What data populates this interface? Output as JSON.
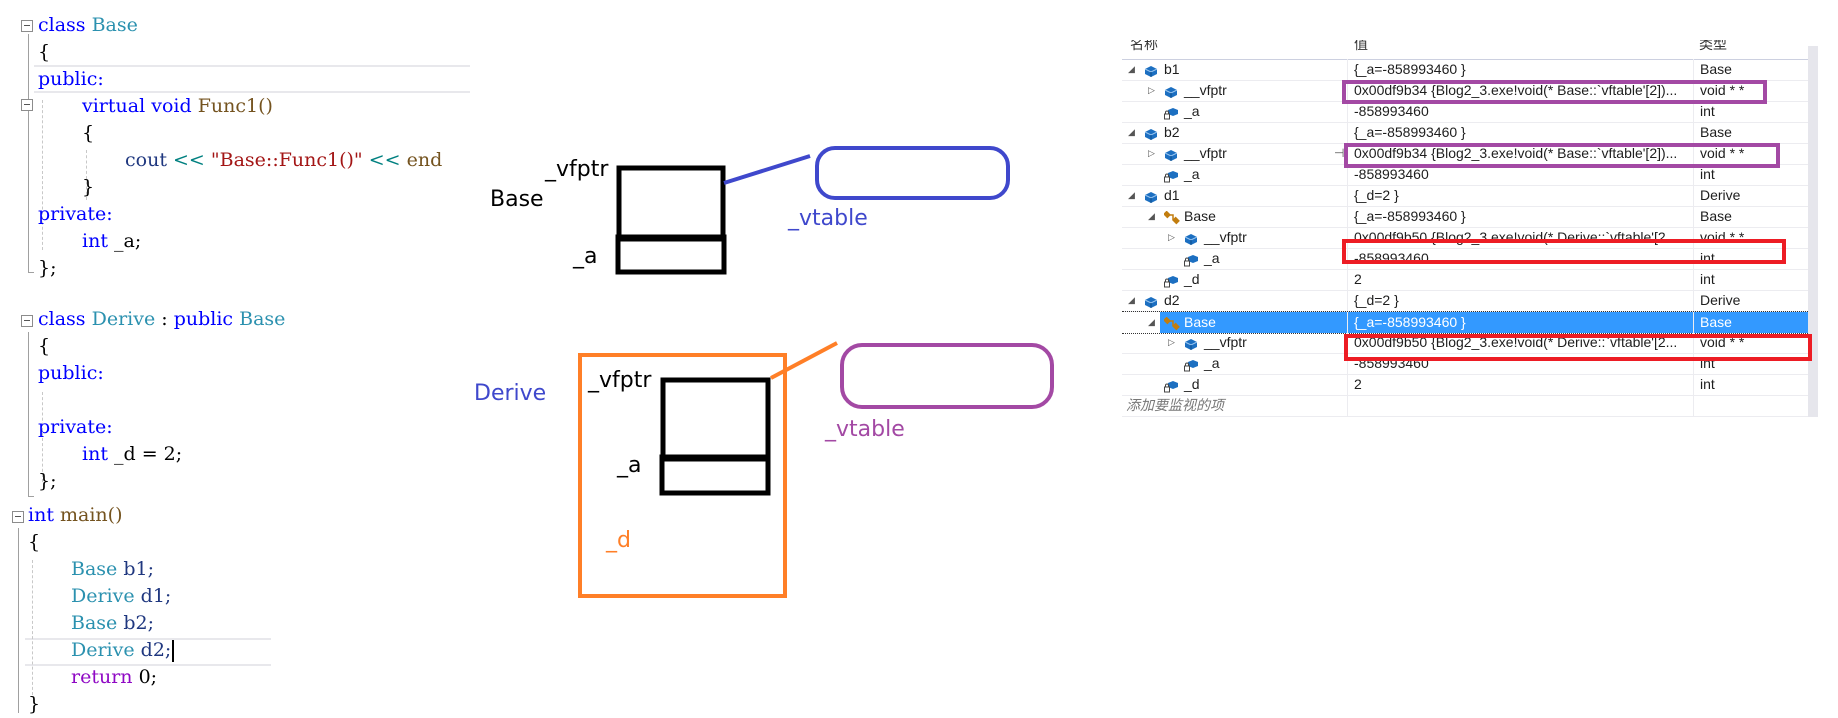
{
  "code_editor": {
    "lines": {
      "l1": {
        "kw": "class",
        "name": "Base"
      },
      "l2": "{",
      "l3": "public:",
      "l4": {
        "kw1": "virtual",
        "kw2": "void",
        "fn": "Func1()"
      },
      "l5": "{",
      "l6": {
        "ident": "cout",
        "op1": "<<",
        "str": "\"Base::Func1()\"",
        "op2": "<<",
        "tail": "end"
      },
      "l7": "}",
      "l8": "private:",
      "l9": {
        "kw": "int",
        "rest": "_a;"
      },
      "l10": "};",
      "l11": {
        "kw": "class",
        "name": "Derive",
        "colon": ":",
        "kw2": "public",
        "base": "Base"
      },
      "l12": "{",
      "l13": "public:",
      "l14": "private:",
      "l15": {
        "kw": "int",
        "rest": "_d = 2;"
      },
      "l16": "};",
      "l17": {
        "kw": "int",
        "fn": "main()"
      },
      "l18": "{",
      "l19": {
        "type": "Base",
        "var": "b1;"
      },
      "l20": {
        "type": "Derive",
        "var": "d1;"
      },
      "l21": {
        "type": "Base",
        "var": "b2;"
      },
      "l22": {
        "type": "Derive",
        "var": "d2;"
      },
      "l23": {
        "kw": "return",
        "rest": "0;"
      },
      "l24": "}"
    }
  },
  "diagram": {
    "base": {
      "class_label": "Base",
      "vfptr_label": "_vfptr",
      "member_label": "_a",
      "vtable_label": "_vtable",
      "color": "#3f48cc"
    },
    "derive": {
      "class_label": "Derive",
      "vfptr_label": "_vfptr",
      "member_a_label": "_a",
      "member_d_label": "_d",
      "vtable_label": "_vtable",
      "outline_color": "#ff7f27",
      "vtable_color": "#a349a4",
      "class_label_color": "#3f48cc"
    }
  },
  "watch": {
    "columns": {
      "name": "名称",
      "value": "值",
      "type": "类型"
    },
    "rows": [
      {
        "name": "b1",
        "value": "{_a=-858993460 }",
        "type": "Base",
        "expander": "expanded",
        "icon": "variable-icon"
      },
      {
        "name": "__vfptr",
        "value": "0x00df9b34 {Blog2_3.exe!void(* Base::`vftable'[2])...",
        "type": "void * *",
        "expander": "collapsed",
        "icon": "variable-icon"
      },
      {
        "name": "_a",
        "value": "-858993460",
        "type": "int",
        "expander": "none",
        "icon": "private-field-icon"
      },
      {
        "name": "b2",
        "value": "{_a=-858993460 }",
        "type": "Base",
        "expander": "expanded",
        "icon": "variable-icon"
      },
      {
        "name": "__vfptr",
        "value": "0x00df9b34 {Blog2_3.exe!void(* Base::`vftable'[2])...",
        "type": "void * *",
        "expander": "collapsed",
        "icon": "variable-icon",
        "pinned": true
      },
      {
        "name": "_a",
        "value": "-858993460",
        "type": "int",
        "expander": "none",
        "icon": "private-field-icon"
      },
      {
        "name": "d1",
        "value": "{_d=2 }",
        "type": "Derive",
        "expander": "expanded",
        "icon": "variable-icon"
      },
      {
        "name": "Base",
        "value": "{_a=-858993460 }",
        "type": "Base",
        "expander": "expanded",
        "icon": "base-class-icon"
      },
      {
        "name": "__vfptr",
        "value": "0x00df9b50 {Blog2_3.exe!void(* Derive::`vftable'[2...",
        "type": "void * *",
        "expander": "collapsed",
        "icon": "variable-icon"
      },
      {
        "name": "_a",
        "value": "-858993460",
        "type": "int",
        "expander": "none",
        "icon": "private-field-icon"
      },
      {
        "name": "_d",
        "value": "2",
        "type": "int",
        "expander": "none",
        "icon": "private-field-icon"
      },
      {
        "name": "d2",
        "value": "{_d=2 }",
        "type": "Derive",
        "expander": "expanded",
        "icon": "variable-icon"
      },
      {
        "name": "Base",
        "value": "{_a=-858993460 }",
        "type": "Base",
        "expander": "expanded",
        "icon": "base-class-icon",
        "selected": true
      },
      {
        "name": "__vfptr",
        "value": "0x00df9b50 {Blog2_3.exe!void(* Derive::`vftable'[2...",
        "type": "void * *",
        "expander": "collapsed",
        "icon": "variable-icon"
      },
      {
        "name": "_a",
        "value": "-858993460",
        "type": "int",
        "expander": "none",
        "icon": "private-field-icon"
      },
      {
        "name": "_d",
        "value": "2",
        "type": "int",
        "expander": "none",
        "icon": "private-field-icon"
      }
    ],
    "add_item_placeholder": "添加要监视的项",
    "highlight_colors": {
      "base_vfptr": "#a349a4",
      "derive_vfptr": "#ed1c24"
    },
    "selection_color": "#3399ff"
  }
}
